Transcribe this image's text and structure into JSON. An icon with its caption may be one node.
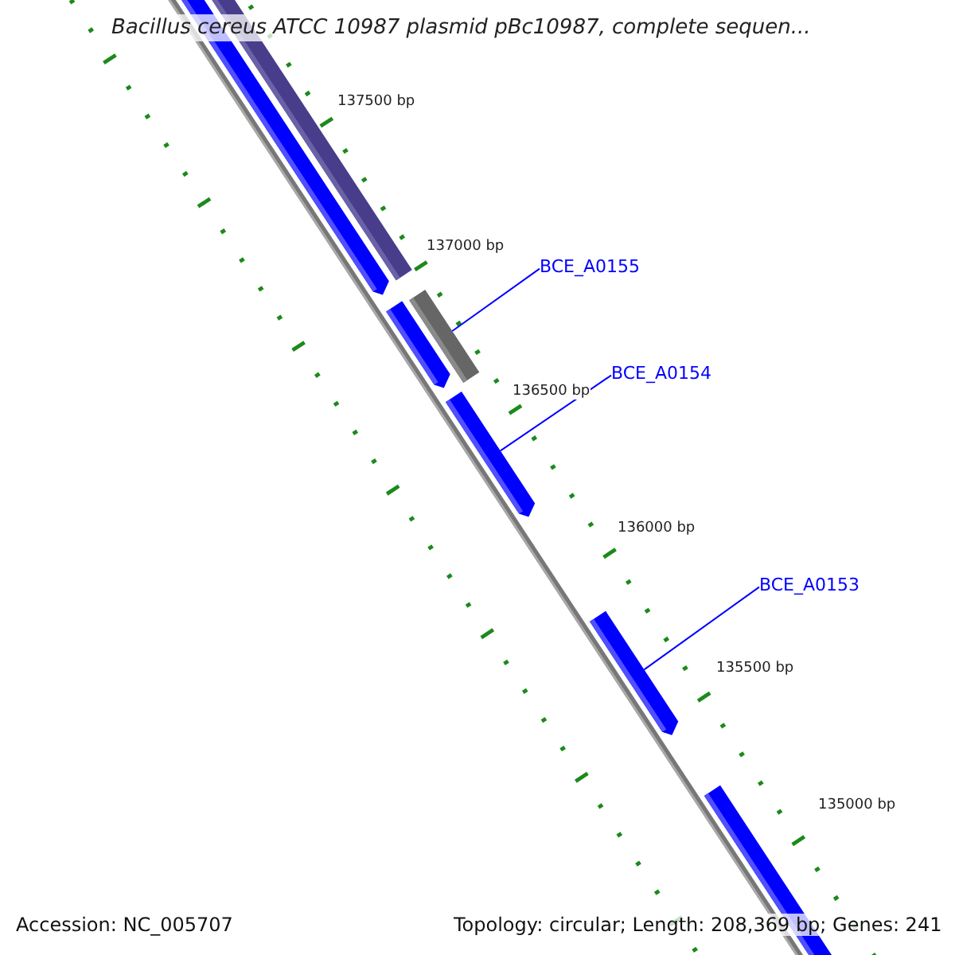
{
  "diagram": {
    "title": "Bacillus cereus ATCC 10987 plasmid pBc10987, complete sequen...",
    "nodes": [
      {
        "text": [
          "BCE_A0155"
        ]
      },
      {
        "text": [],
        "shape": "bar"
      },
      {
        "text": [
          "BCE_A0154"
        ]
      },
      {
        "text": [],
        "shape": "arrow"
      },
      {
        "text": [
          "BCE_A0153"
        ]
      },
      {
        "text": [],
        "shape": "arrow"
      }
    ],
    "edges": [
      {
        "from": 0,
        "to": 1,
        "arrow": "none"
      },
      {
        "from": 2,
        "to": 3,
        "arrow": "none"
      },
      {
        "from": 4,
        "to": 5,
        "arrow": "none"
      }
    ],
    "labels": [
      "137500 bp",
      "137000 bp",
      "136500 bp",
      "136000 bp",
      "135500 bp",
      "135000 bp",
      "Accession: NC_005707",
      "Topology: circular; Length: 208,369 bp; Genes: 241"
    ]
  }
}
